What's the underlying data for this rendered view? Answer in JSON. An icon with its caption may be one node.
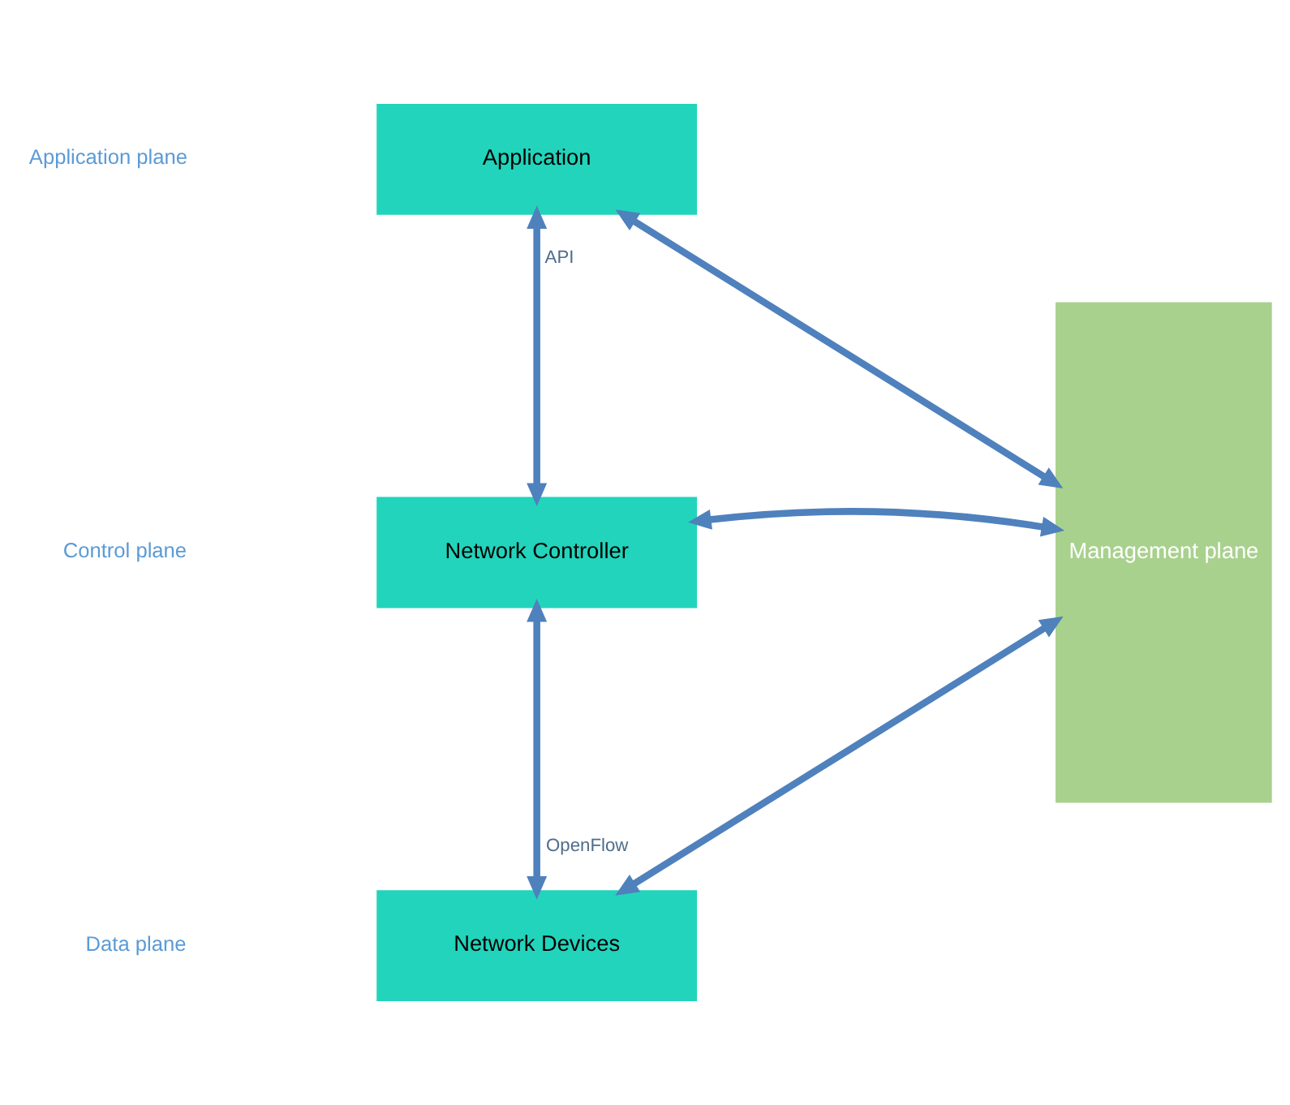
{
  "diagram": {
    "nodes": [
      {
        "text": [
          "Application"
        ]
      },
      {
        "text": [
          "Network Controller"
        ]
      },
      {
        "text": [
          "Network Devices"
        ]
      },
      {
        "text": [
          "Management plane"
        ]
      }
    ],
    "edges": [
      {
        "from": 0,
        "to": 1,
        "arrow": "both",
        "label": "API"
      },
      {
        "from": 1,
        "to": 2,
        "arrow": "both",
        "label": "OpenFlow"
      },
      {
        "from": 0,
        "to": 3,
        "arrow": "both"
      },
      {
        "from": 1,
        "to": 3,
        "arrow": "both"
      },
      {
        "from": 2,
        "to": 3,
        "arrow": "both"
      }
    ],
    "labels": [
      "Application plane",
      "Control plane",
      "Data plane"
    ]
  }
}
